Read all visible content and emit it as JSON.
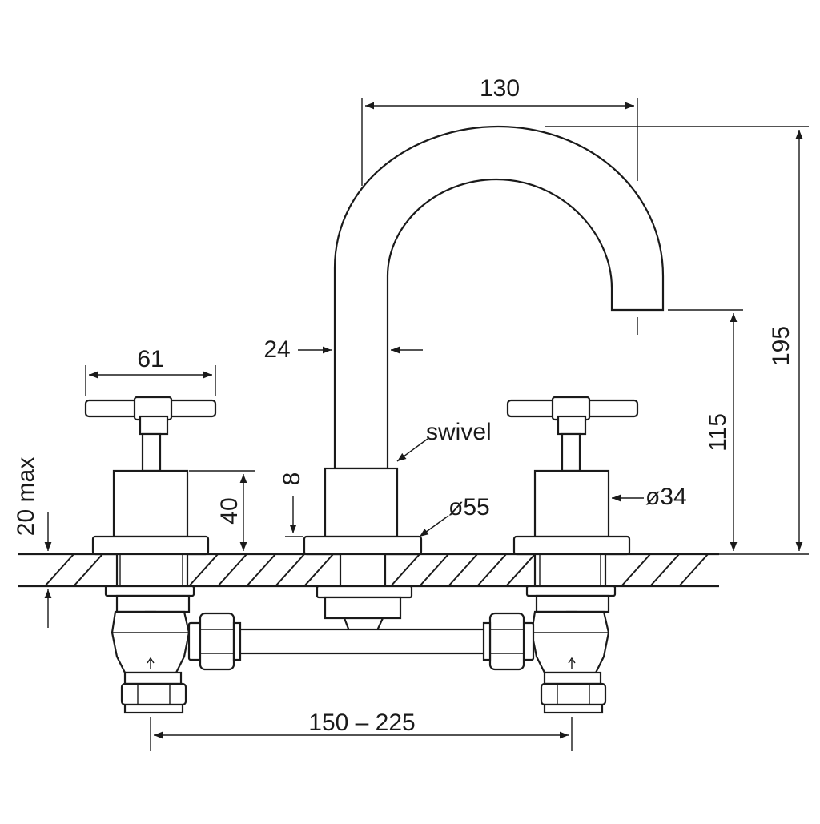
{
  "colors": {
    "line": "#1a1a1a",
    "background": "#ffffff"
  },
  "dimensions": {
    "spout_reach": "130",
    "total_height": "195",
    "spout_outlet_height": "115",
    "spout_diameter": "24",
    "handle_width": "61",
    "deck_thickness": "20 max",
    "valve_body_height": "40",
    "base_height": "8",
    "spout_base_diameter": "ø55",
    "valve_diameter": "ø34",
    "centres_range": "150 – 225"
  },
  "annotations": {
    "swivel": "swivel"
  }
}
